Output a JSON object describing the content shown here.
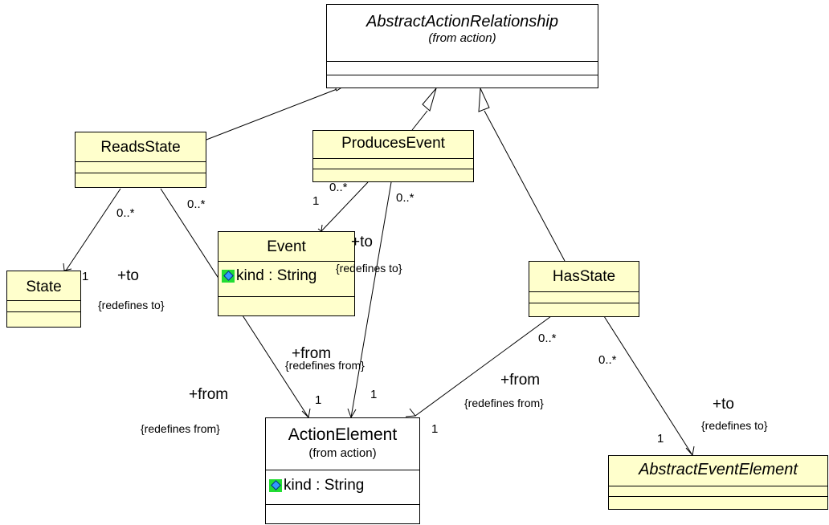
{
  "classes": {
    "abstract_action_relationship": {
      "name": "AbstractActionRelationship",
      "stereotype": "(from action)"
    },
    "reads_state": {
      "name": "ReadsState"
    },
    "produces_event": {
      "name": "ProducesEvent"
    },
    "state": {
      "name": "State"
    },
    "event": {
      "name": "Event",
      "attribute": "kind : String"
    },
    "has_state": {
      "name": "HasState"
    },
    "action_element": {
      "name": "ActionElement",
      "stereotype": "(from action)",
      "attribute": "kind : String"
    },
    "abstract_event_element": {
      "name": "AbstractEventElement"
    }
  },
  "labels": {
    "rs_state_mult": "0..*",
    "rs_action_mult": "0..*",
    "pe_event_mult": "0..*",
    "pe_action_mult": "0..*",
    "event_end_mult": "1",
    "state_end_mult": "1",
    "state_to_role": "+to",
    "state_to_constraint": "{redefines to}",
    "event_to_role": "+to",
    "event_to_constraint": "{redefines to}",
    "from_mid_role": "+from",
    "from_mid_constraint": "{redefines from}",
    "from_left_role": "+from",
    "from_left_constraint": "{redefines from}",
    "action_mult_a": "1",
    "action_mult_b": "1",
    "action_mult_c": "1",
    "hs_action_mult": "0..*",
    "hs_event_mult": "0..*",
    "from_right_role": "+from",
    "from_right_constraint": "{redefines from}",
    "aee_to_role": "+to",
    "aee_to_constraint": "{redefines to}",
    "aee_mult": "1"
  },
  "icons": {
    "attribute": "attribute-icon"
  }
}
